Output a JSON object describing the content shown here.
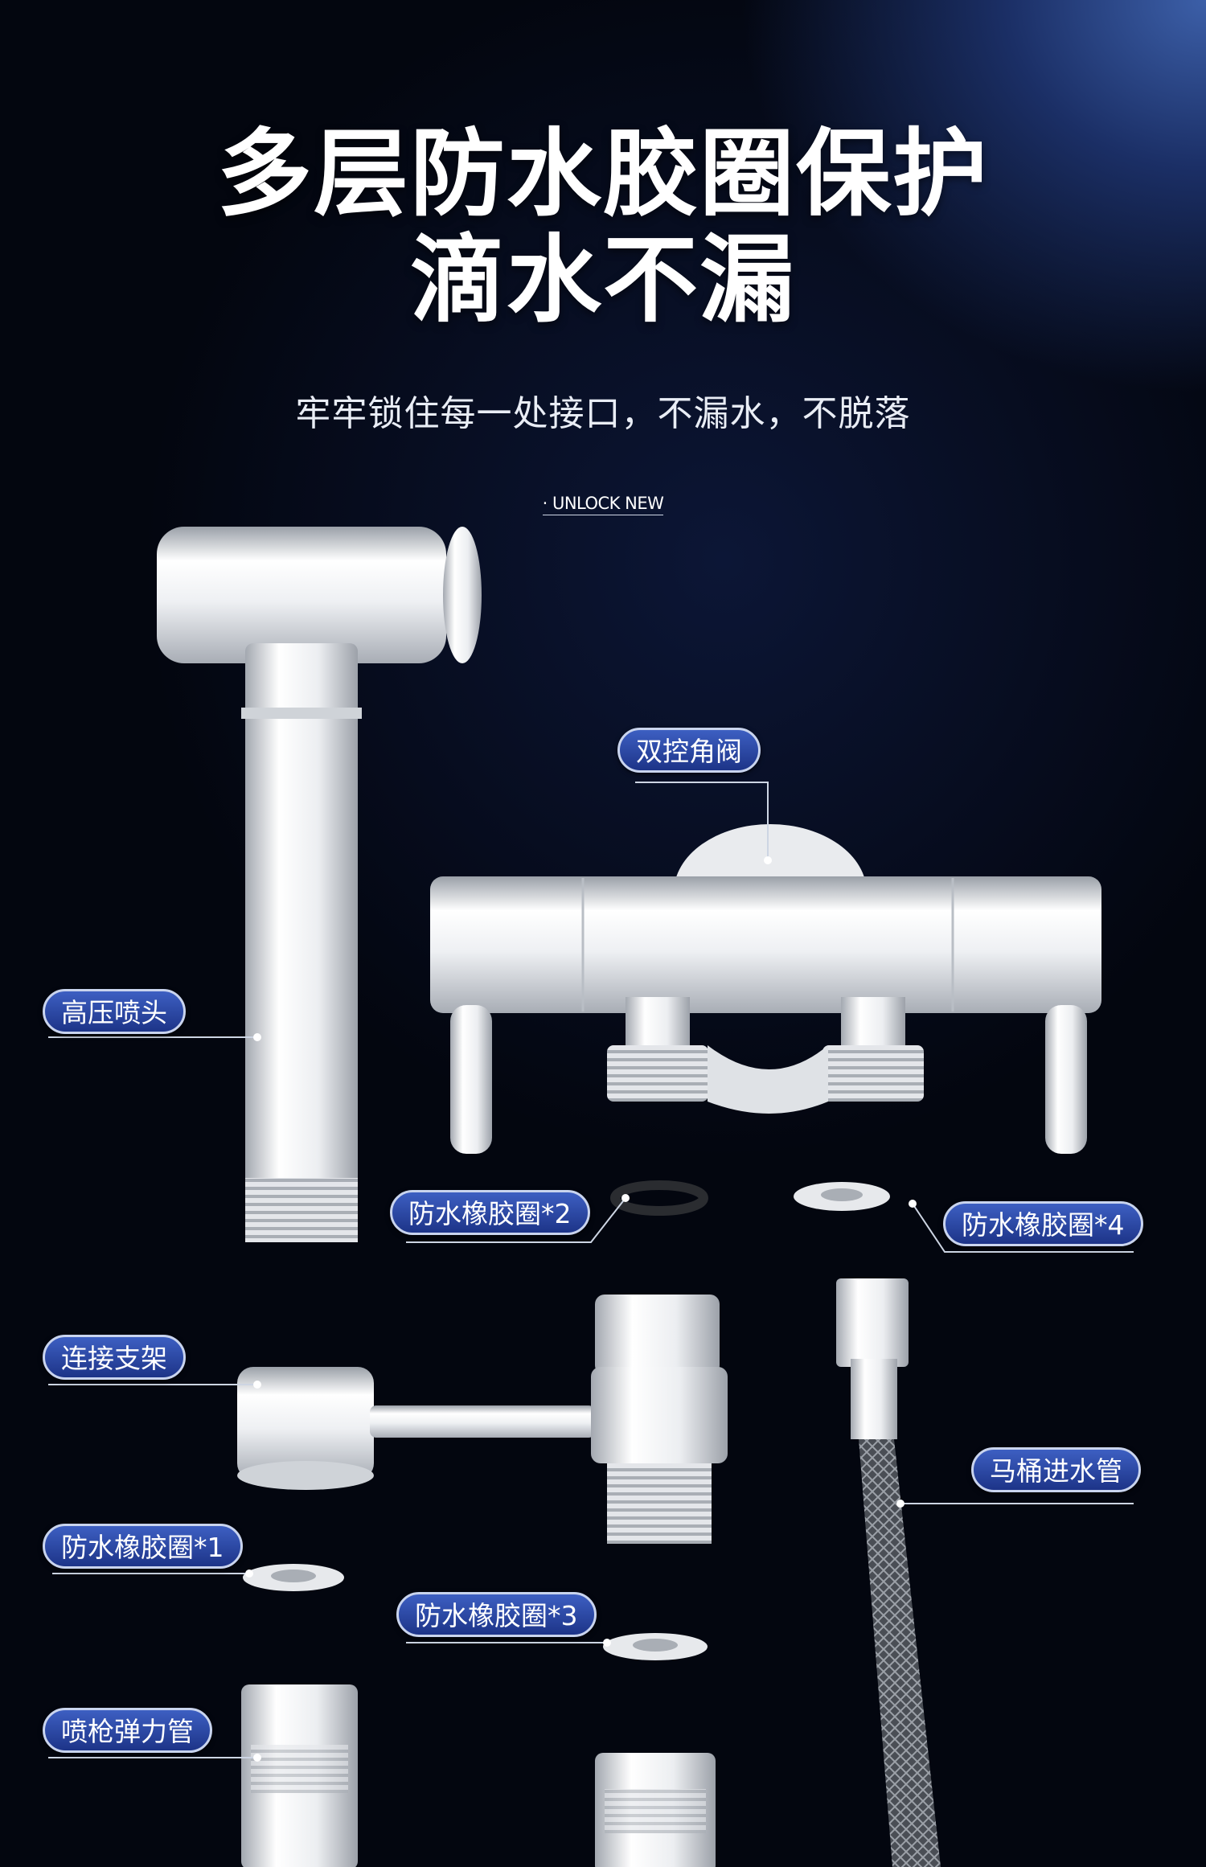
{
  "headline": {
    "line1": "多层防水胶圈保护",
    "line2": "滴水不漏"
  },
  "subtitle": "牢牢锁住每一处接口，不漏水，不脱落",
  "tagline": "· UNLOCK NEW",
  "parts": {
    "high_pressure_nozzle": "高压喷头",
    "dual_angle_valve": "双控角阀",
    "waterproof_ring_2": "防水橡胶圈*2",
    "waterproof_ring_4": "防水橡胶圈*4",
    "connecting_bracket": "连接支架",
    "toilet_inlet_hose": "马桶进水管",
    "waterproof_ring_1": "防水橡胶圈*1",
    "waterproof_ring_3": "防水橡胶圈*3",
    "spray_gun_hose": "喷枪弹力管"
  }
}
